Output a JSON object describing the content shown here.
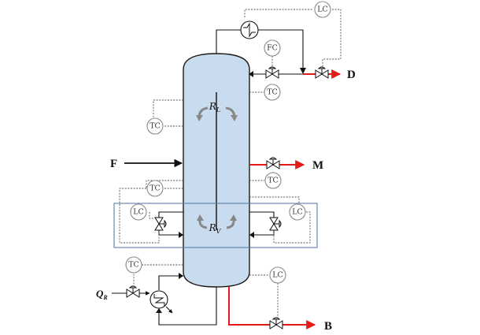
{
  "colors": {
    "column_fill": "#c9dbef",
    "column_stroke": "#1a1a1a",
    "product_line": "#e31a1a",
    "feed_line": "#111111",
    "controller_stroke": "#8a8a8a",
    "highlight_box": "#5b7fa6"
  },
  "streams": {
    "feed": "F",
    "distillate": "D",
    "side_draw": "M",
    "bottoms": "B",
    "heat_duty": "Q",
    "heat_duty_sub": "R"
  },
  "internal_flows": {
    "liquid_split": "R",
    "liquid_split_sub": "L",
    "vapor_split": "R",
    "vapor_split_sub": "V"
  },
  "controllers": {
    "reflux_drum_level": "LC",
    "reflux_flow": "FC",
    "top_temperature": "TC",
    "upper_section_temperature": "TC",
    "side_draw_temperature": "TC",
    "prefractionator_temperature": "TC",
    "left_liquid_level": "LC",
    "right_liquid_level": "LC",
    "reboiler_temperature": "TC",
    "bottom_level": "LC"
  },
  "icons": {
    "condenser": "heat-exchanger-icon",
    "reboiler": "heat-exchanger-icon",
    "valves": "control-valve-icon"
  }
}
